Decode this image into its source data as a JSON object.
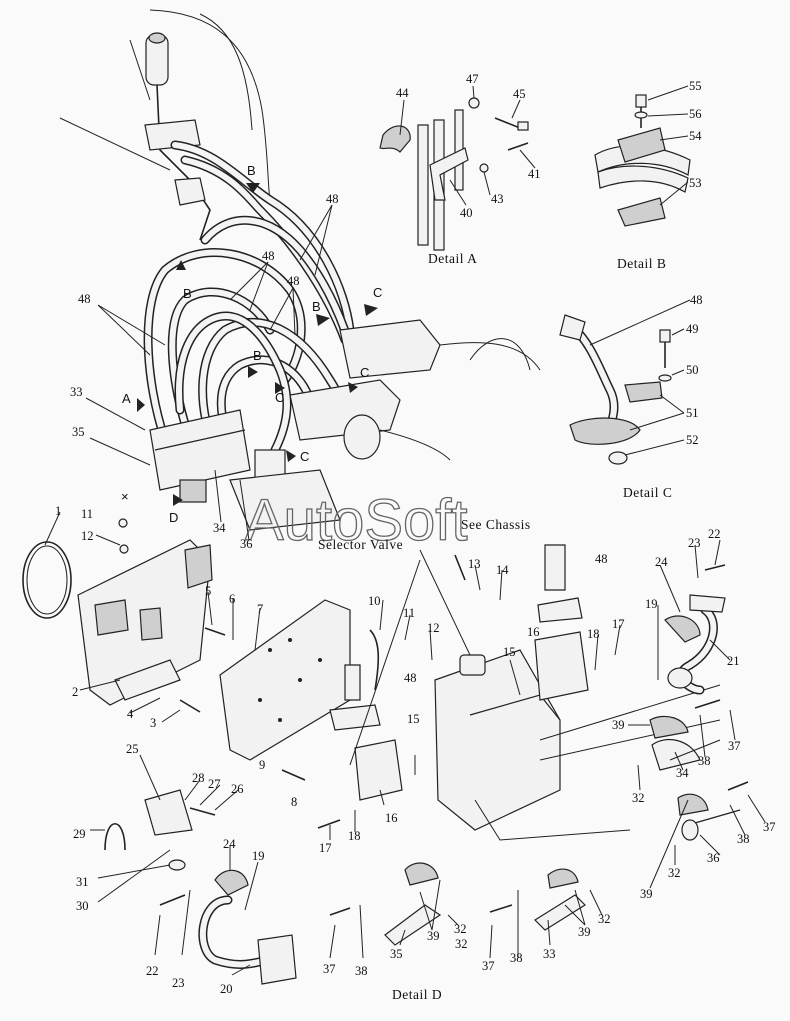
{
  "watermark": "AutoSoft",
  "captions": {
    "detail_a": "Detail A",
    "detail_b": "Detail B",
    "detail_c": "Detail C",
    "detail_d": "Detail D",
    "see_chassis": "See Chassis",
    "selector_valve": "Selector Valve"
  },
  "view_letters": {
    "b1": "B",
    "b2": "B",
    "b3": "B",
    "b4": "B",
    "a": "A",
    "c1": "C",
    "c2": "C",
    "c3": "C",
    "c4": "C",
    "d": "D",
    "x": "×"
  },
  "part_numbers": {
    "p1": "1",
    "p2": "2",
    "p3": "3",
    "p4": "4",
    "p5": "5",
    "p6": "6",
    "p7": "7",
    "p8": "8",
    "p9": "9",
    "p10": "10",
    "p11a": "11",
    "p11b": "11",
    "p12a": "12",
    "p12b": "12",
    "p13": "13",
    "p14": "14",
    "p15a": "15",
    "p15b": "15",
    "p16a": "16",
    "p16b": "16",
    "p17a": "17",
    "p17b": "17",
    "p18a": "18",
    "p18b": "18",
    "p19a": "19",
    "p19b": "19",
    "p20": "20",
    "p21": "21",
    "p22a": "22",
    "p22b": "22",
    "p23a": "23",
    "p23b": "23",
    "p24a": "24",
    "p24b": "24",
    "p25": "25",
    "p26": "26",
    "p27": "27",
    "p28": "28",
    "p29": "29",
    "p30": "30",
    "p31": "31",
    "p32a": "32",
    "p32b": "32",
    "p32c": "32",
    "p32d": "32",
    "p32e": "32",
    "p33a": "33",
    "p33b": "33",
    "p34a": "34",
    "p34b": "34",
    "p35a": "35",
    "p35b": "35",
    "p36a": "36",
    "p36b": "36",
    "p37a": "37",
    "p37b": "37",
    "p37c": "37",
    "p37d": "37",
    "p38a": "38",
    "p38b": "38",
    "p38c": "38",
    "p38d": "38",
    "p39a": "39",
    "p39b": "39",
    "p39c": "39",
    "p39d": "39",
    "p40": "40",
    "p41": "41",
    "p43": "43",
    "p44": "44",
    "p45": "45",
    "p47": "47",
    "p48a": "48",
    "p48b": "48",
    "p48c": "48",
    "p48d": "48",
    "p48e": "48",
    "p48f": "48",
    "p48g": "48",
    "p49": "49",
    "p50": "50",
    "p51": "51",
    "p52": "52",
    "p53": "53",
    "p54": "54",
    "p55": "55",
    "p56": "56"
  }
}
